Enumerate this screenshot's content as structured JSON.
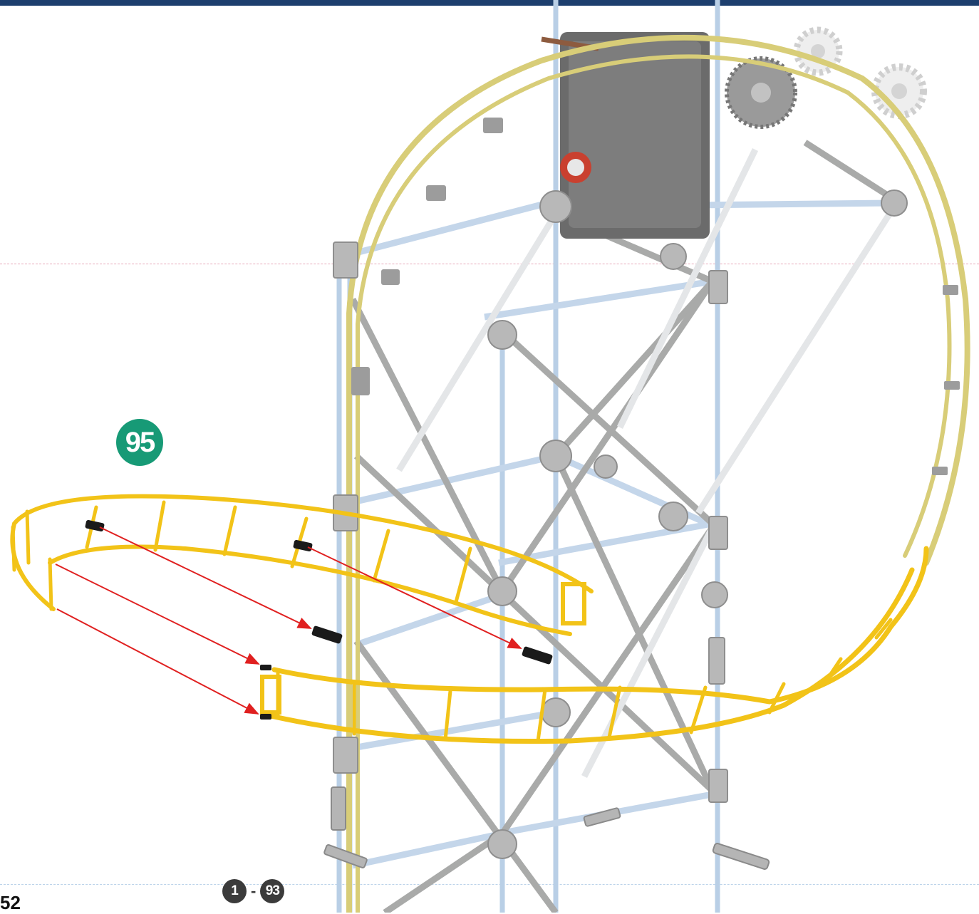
{
  "step": {
    "number": "95"
  },
  "page": {
    "number": "52"
  },
  "reference": {
    "from": "1",
    "separator": "-",
    "to": "93"
  },
  "colors": {
    "step_badge": "#179a76",
    "track_new": "#f2c318",
    "track_existing": "#d8cd78",
    "arrow": "#e02020",
    "rod_blue": "#b9cfe6",
    "rod_gray": "#a9aaa9",
    "connector": "#b8b8b8",
    "motor": "#6b6b6b"
  },
  "icons": [
    "connector-hub-icon",
    "gear-icon",
    "pin-icon",
    "motor-icon",
    "arrow-icon"
  ]
}
